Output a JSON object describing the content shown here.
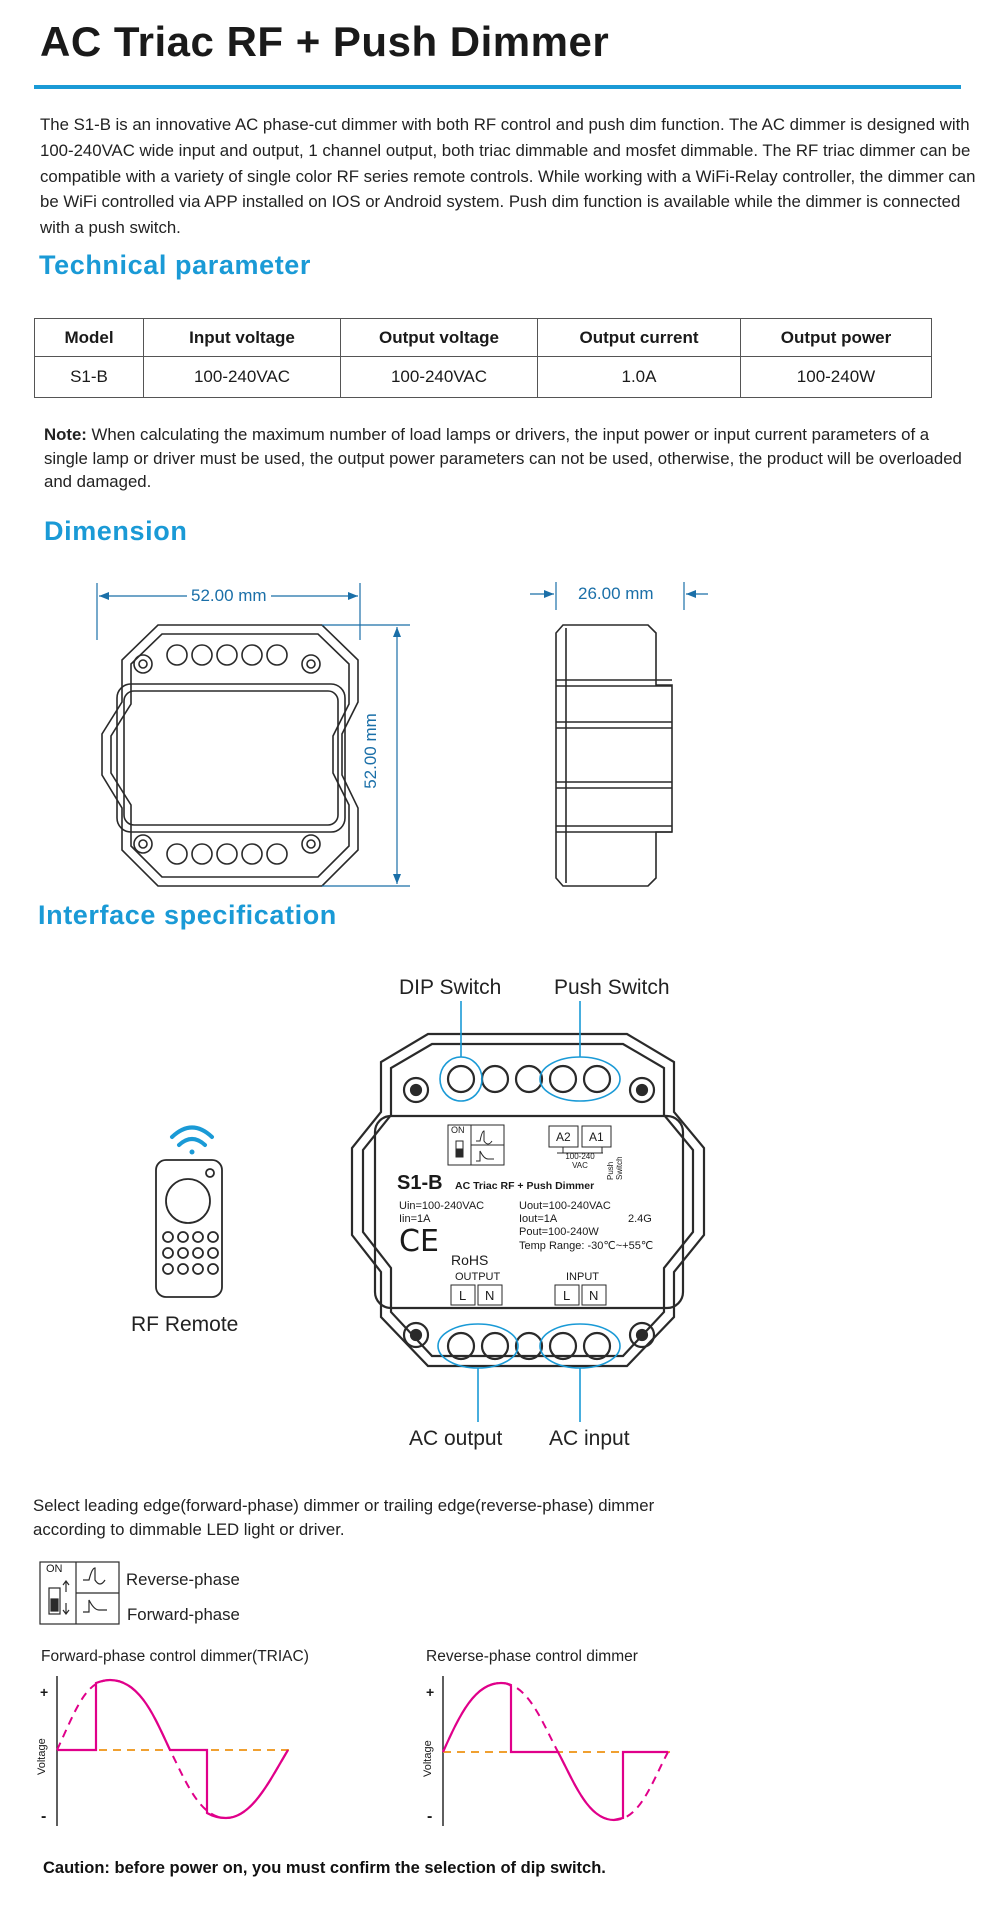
{
  "title": "AC Triac RF + Push Dimmer",
  "intro": "The S1-B is an innovative AC phase-cut dimmer with both RF control and push dim function. The AC dimmer is designed with 100-240VAC wide input and output, 1 channel output, both triac dimmable and mosfet dimmable. The RF triac dimmer can be compatible with a variety of single color RF series remote controls. While working with a WiFi-Relay controller, the dimmer can be WiFi controlled via APP installed on IOS or Android system. Push dim function is available while the dimmer is connected with a push switch.",
  "sections": {
    "technical": "Technical parameter",
    "dimension": "Dimension",
    "interface": "Interface specification"
  },
  "table": {
    "headers": [
      "Model",
      "Input voltage",
      "Output voltage",
      "Output current",
      "Output power"
    ],
    "row": [
      "S1-B",
      "100-240VAC",
      "100-240VAC",
      "1.0A",
      "100-240W"
    ]
  },
  "note": {
    "label": "Note:",
    "text": " When calculating the maximum number of load lamps or drivers, the input power or input current parameters of a single lamp or driver must be used, the output power parameters can not be used, otherwise, the product will be overloaded and damaged."
  },
  "dimension": {
    "width": "52.00 mm",
    "height": "52.00 mm",
    "depth": "26.00 mm"
  },
  "interface": {
    "dip_switch": "DIP Switch",
    "push_switch": "Push Switch",
    "rf_remote": "RF Remote",
    "ac_output": "AC output",
    "ac_input": "AC input",
    "device": {
      "on": "ON",
      "a2": "A2",
      "a1": "A1",
      "vac": "100-240\nVAC",
      "push_switch": "Push Switch",
      "model": "S1-B",
      "model_desc": "AC Triac RF + Push Dimmer",
      "uin": "Uin=100-240VAC",
      "iin": "Iin=1A",
      "uout": "Uout=100-240VAC",
      "iout": "Iout=1A",
      "pout": "Pout=100-240W",
      "temp": "Temp Range: -30℃~+55℃",
      "freq": "2.4G",
      "ce": "CE",
      "rohs": "RoHS",
      "output": "OUTPUT",
      "input": "INPUT",
      "l": "L",
      "n": "N"
    }
  },
  "select_text_1": "Select leading edge(forward-phase) dimmer or trailing edge(reverse-phase) dimmer",
  "select_text_2": "according to dimmable LED light or driver.",
  "phase": {
    "on": "ON",
    "reverse": "Reverse-phase",
    "forward": "Forward-phase"
  },
  "charts": {
    "forward_title": "Forward-phase control dimmer(TRIAC)",
    "reverse_title": "Reverse-phase control dimmer",
    "ylabel": "Voltage",
    "plus": "+",
    "minus": "-"
  },
  "caution": "Caution: before power on, you must confirm the selection of dip switch.",
  "colors": {
    "accent": "#1a9ad6",
    "wave": "#e0008a",
    "dashed_axis": "#f0a030"
  }
}
